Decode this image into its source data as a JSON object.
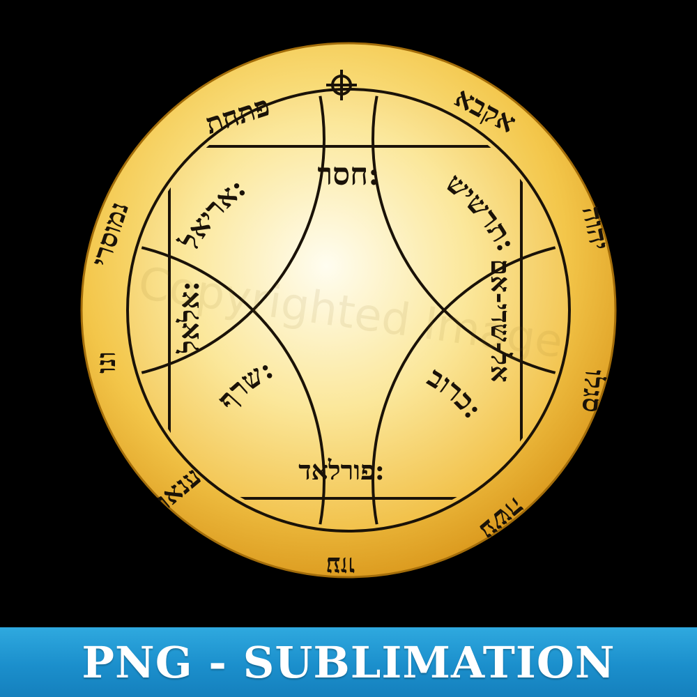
{
  "colors": {
    "background": "#000000",
    "gold_light": "#fff6cf",
    "gold_mid": "#f3c64a",
    "gold_dark": "#c88a12",
    "ink": "#1a1208",
    "banner": "#1b8fcc",
    "banner_text": "#ffffff"
  },
  "seal": {
    "ring_names": {
      "top_left": "פתחת",
      "top_right": "אקבא",
      "left_upper": "נמוסרי",
      "left_mid": "ונו",
      "left_lower": "ענאו",
      "right_upper": "יהוה",
      "right_mid": "סגלו",
      "right_lower": "עשה",
      "bottom": "עזו"
    },
    "inner_names": {
      "top": "חסר:",
      "left": "אלאל:",
      "right": "אל-שדי-אם",
      "bottom": "פורלאד:",
      "arc_top_left": "אריאל:",
      "arc_top_right": "תרשיש:",
      "arc_bottom_left": "שרף:",
      "arc_bottom_right": "כרוב:"
    },
    "watermark": "Copyrighted Image"
  },
  "banner": {
    "label": "PNG - SUBLIMATION"
  }
}
